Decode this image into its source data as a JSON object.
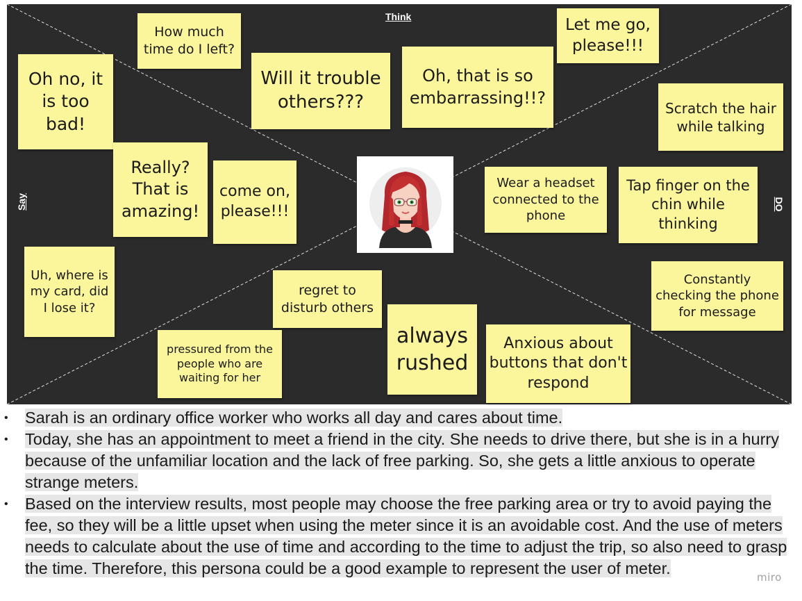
{
  "board": {
    "labels": {
      "think": "Think",
      "say": "Say",
      "do": "DO"
    },
    "notes": [
      {
        "id": "n1",
        "text": "How much time do I left?"
      },
      {
        "id": "n2",
        "text": "Oh no, it is too bad!"
      },
      {
        "id": "n3",
        "text": "Will it trouble others???"
      },
      {
        "id": "n4",
        "text": "Oh, that is so embarrassing!!?"
      },
      {
        "id": "n5",
        "text": "Let me go, please!!!"
      },
      {
        "id": "n6",
        "text": "Scratch the hair while talking"
      },
      {
        "id": "n7",
        "text": "Really? That is amazing!"
      },
      {
        "id": "n8",
        "text": "come on, please!!!"
      },
      {
        "id": "n9",
        "text": "Wear a headset connected to the phone"
      },
      {
        "id": "n10",
        "text": "Tap finger on the chin while thinking"
      },
      {
        "id": "n11",
        "text": "Uh, where is my card, did I lose it?"
      },
      {
        "id": "n12",
        "text": "regret to disturb others"
      },
      {
        "id": "n13",
        "text": "Constantly checking the phone for message"
      },
      {
        "id": "n14",
        "text": "pressured from the people who are waiting for her"
      },
      {
        "id": "n15",
        "text": "always rushed"
      },
      {
        "id": "n16",
        "text": "Anxious about buttons that don't respond"
      }
    ]
  },
  "description": {
    "bullets": [
      "Sarah is an ordinary office worker who works all day and cares about time.",
      "Today, she has an appointment to meet a friend in the city. She needs to drive there, but she is in a hurry because of the unfamiliar location and the lack of free parking. So, she gets a little anxious to operate strange meters.",
      "Based on the interview results, most people may choose the free parking area or try to avoid paying the fee, so they will be a little upset when using the meter since it is an avoidable cost. And the use of meters needs to calculate about the use of time and according to the time to adjust the trip, so also need to grasp the time. Therefore, this persona could be a good example to represent the user of meter."
    ]
  },
  "watermark": "miro",
  "colors": {
    "board": "#2b2b2b",
    "sticky": "#fbf59b",
    "highlight": "#e6e6e6"
  }
}
